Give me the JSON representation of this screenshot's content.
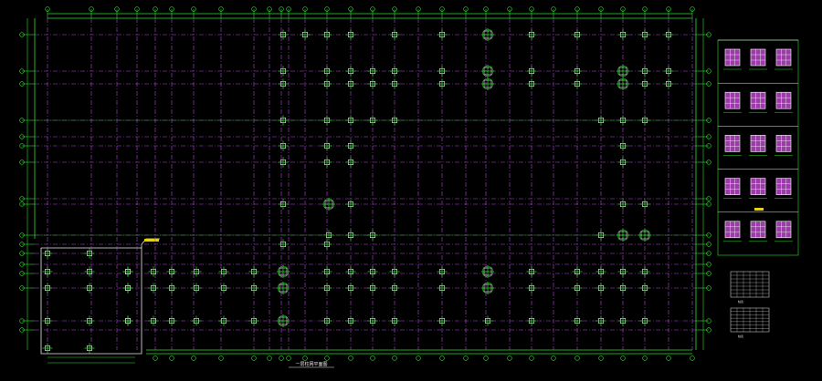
{
  "drawing": {
    "plan_title": "一层柱网平面图",
    "table1_caption": "柱表",
    "table2_caption": "柱表",
    "colors": {
      "background": "#000000",
      "axis_line": "#28e028",
      "grid_dash": "#b048d8",
      "column": "#d8d8d8",
      "detail_fill": "#d050e0",
      "text": "#e8e8e8"
    }
  }
}
